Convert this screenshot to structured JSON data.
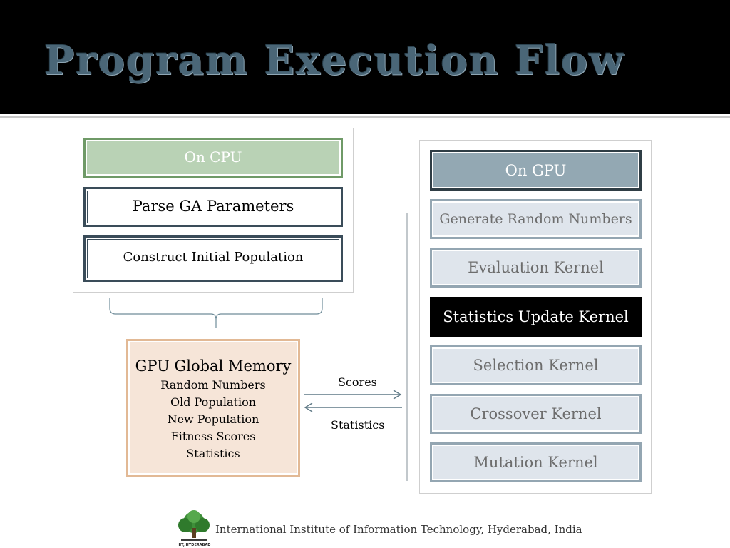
{
  "slide": {
    "title": "Program Execution Flow"
  },
  "cpu": {
    "header": "On CPU",
    "steps": [
      "Parse GA Parameters",
      "Construct Initial Population"
    ]
  },
  "memory": {
    "title": "GPU Global Memory",
    "items": [
      "Random Numbers",
      "Old Population",
      "New Population",
      "Fitness Scores",
      "Statistics"
    ]
  },
  "arrows": {
    "top_label": "Scores",
    "bottom_label": "Statistics"
  },
  "gpu": {
    "header": "On GPU",
    "kernels": [
      "Generate Random Numbers",
      "Evaluation Kernel",
      "Statistics Update Kernel",
      "Selection Kernel",
      "Crossover Kernel",
      "Mutation Kernel"
    ],
    "active_index": 2
  },
  "footer": {
    "institute": "International Institute of Information Technology, Hyderabad, India",
    "logo_caption": "IIIT, HYDERABAD"
  },
  "colors": {
    "cpu_header": "#b9d2b5",
    "gpu_header": "#93a8b3",
    "gpu_kernel": "#dfe5ec",
    "memory": "#f6e5d8",
    "title": "#4a6677"
  }
}
